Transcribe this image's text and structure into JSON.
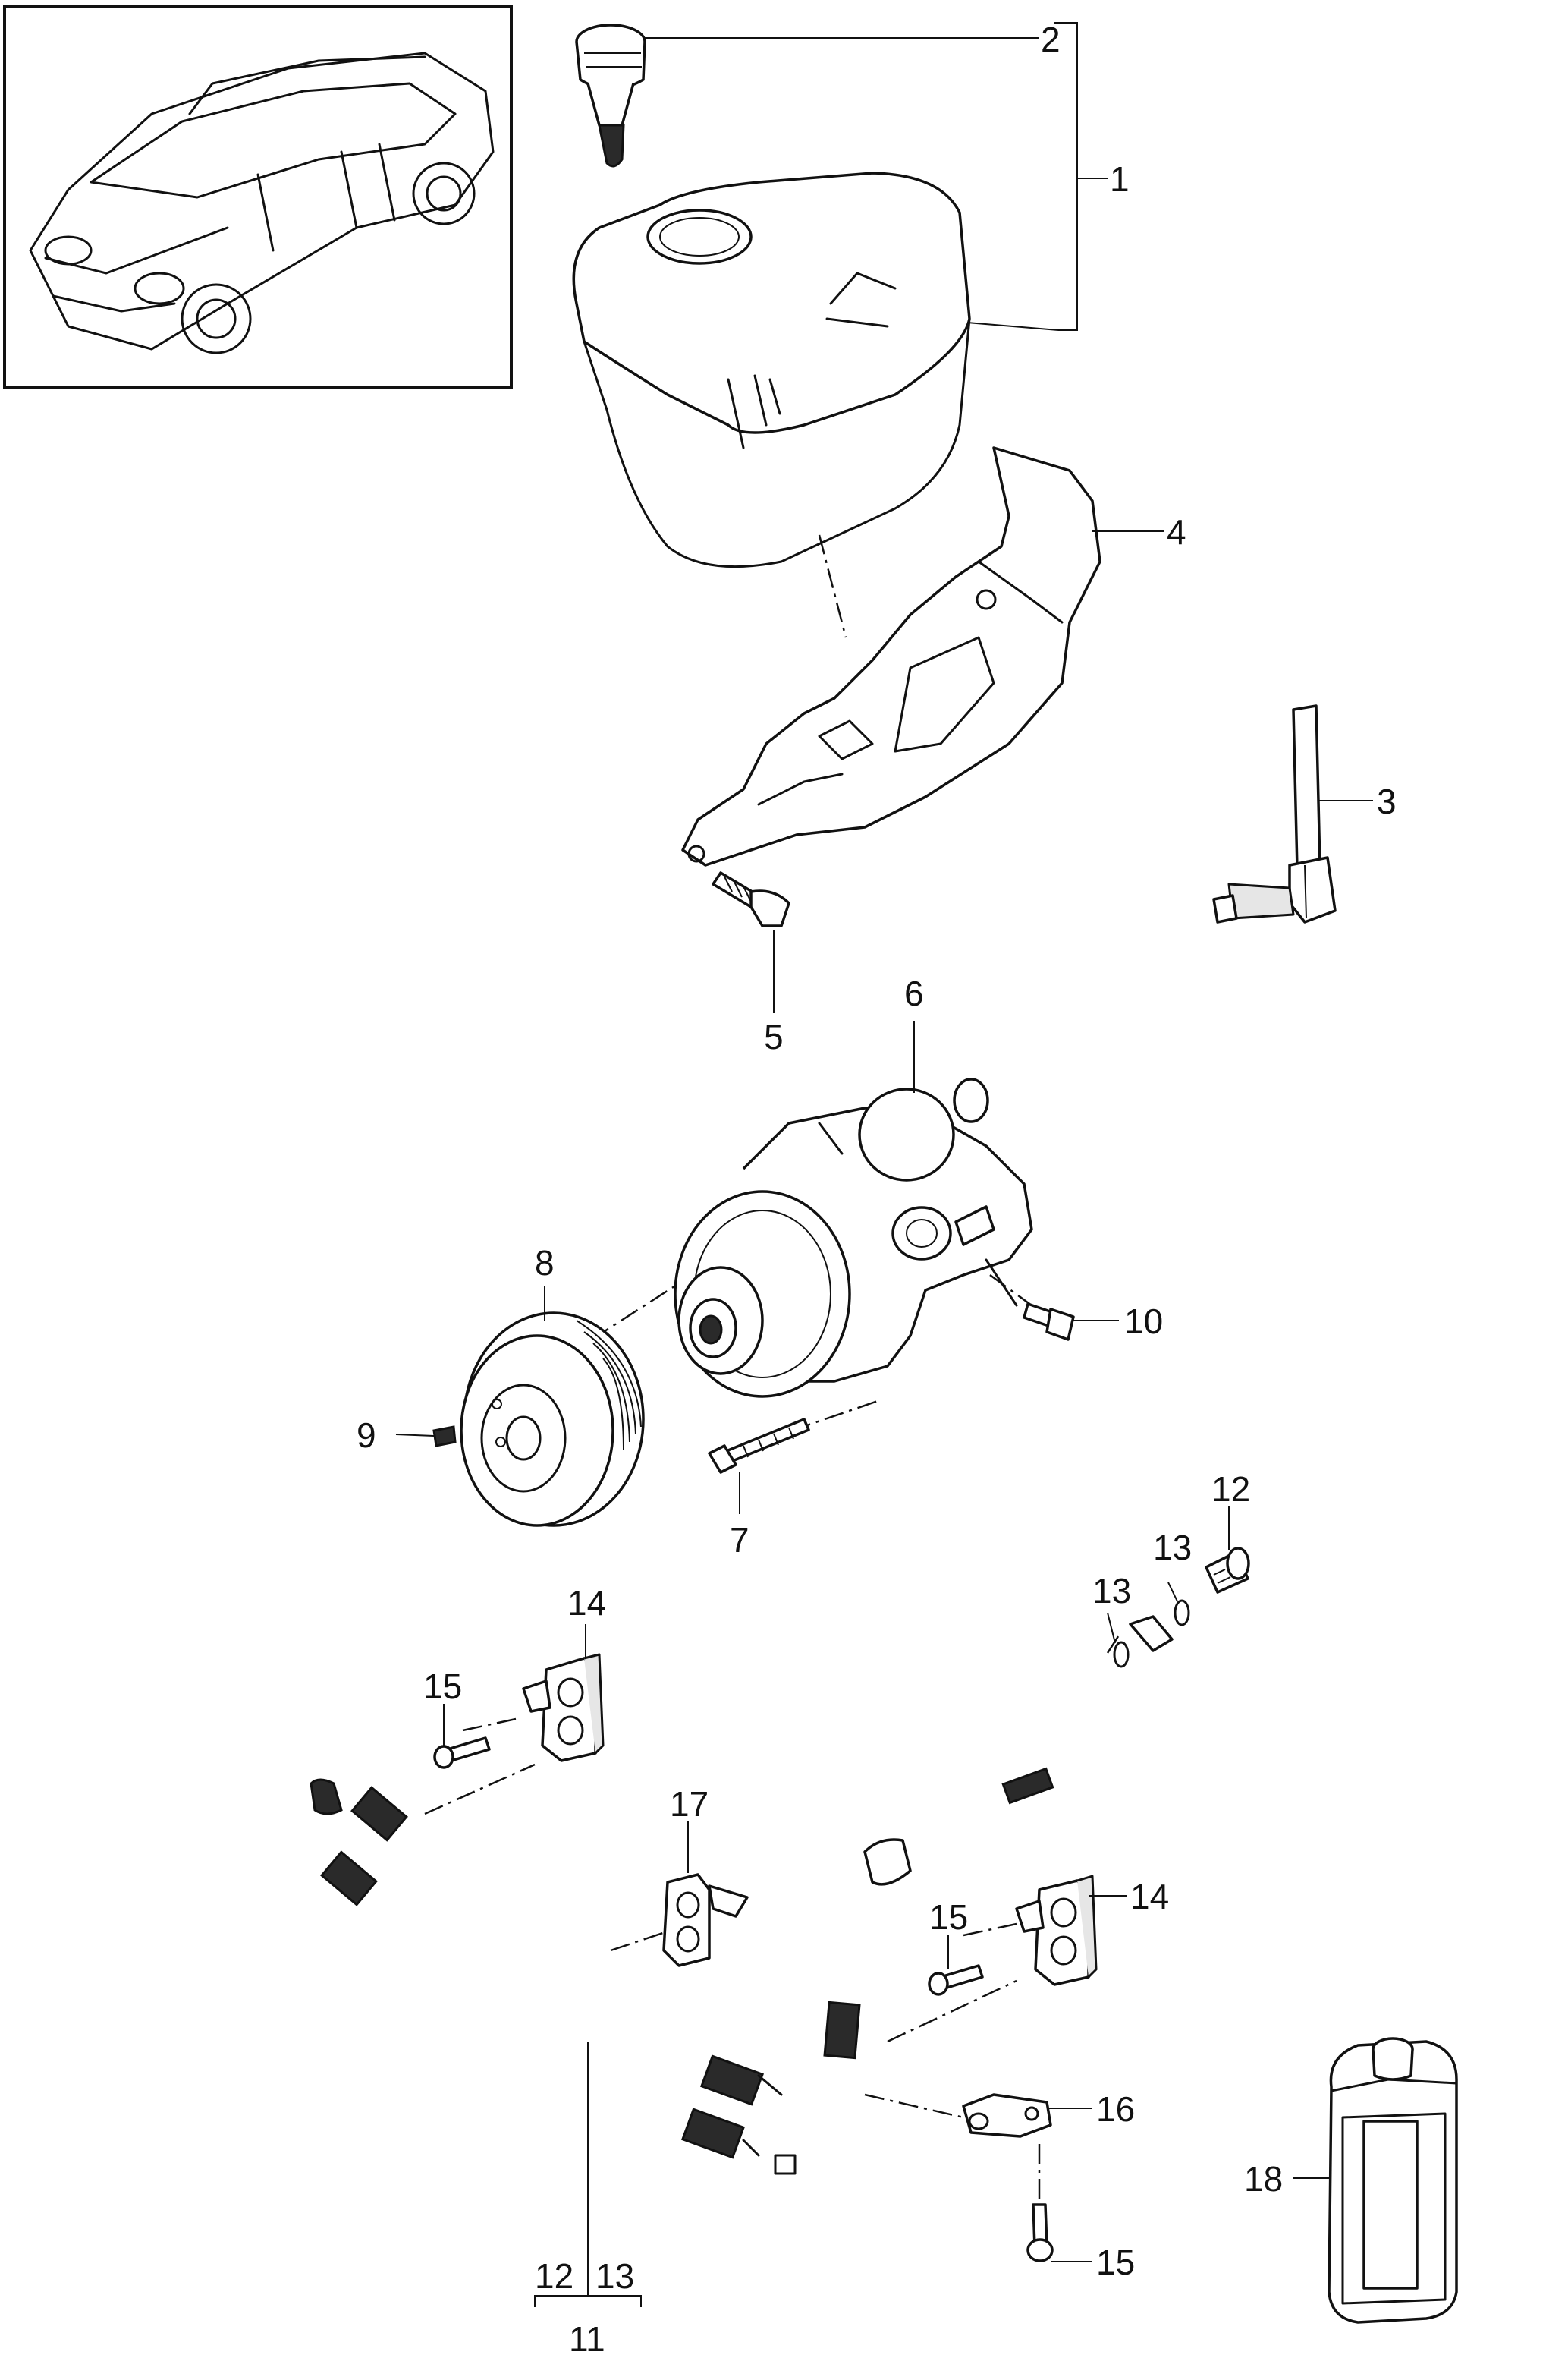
{
  "callouts": [
    {
      "id": "c1",
      "text": "1"
    },
    {
      "id": "c2",
      "text": "2"
    },
    {
      "id": "c3",
      "text": "3"
    },
    {
      "id": "c4",
      "text": "4"
    },
    {
      "id": "c5",
      "text": "5"
    },
    {
      "id": "c6",
      "text": "6"
    },
    {
      "id": "c7",
      "text": "7"
    },
    {
      "id": "c8",
      "text": "8"
    },
    {
      "id": "c9",
      "text": "9"
    },
    {
      "id": "c10",
      "text": "10"
    },
    {
      "id": "c11",
      "text": "11"
    },
    {
      "id": "c12a",
      "text": "12"
    },
    {
      "id": "c12b",
      "text": "12"
    },
    {
      "id": "c13a",
      "text": "13"
    },
    {
      "id": "c13b",
      "text": "13"
    },
    {
      "id": "c13c",
      "text": "13"
    },
    {
      "id": "c14a",
      "text": "14"
    },
    {
      "id": "c14b",
      "text": "14"
    },
    {
      "id": "c15a",
      "text": "15"
    },
    {
      "id": "c15b",
      "text": "15"
    },
    {
      "id": "c15c",
      "text": "15"
    },
    {
      "id": "c16",
      "text": "16"
    },
    {
      "id": "c17",
      "text": "17"
    },
    {
      "id": "c18",
      "text": "18"
    }
  ]
}
